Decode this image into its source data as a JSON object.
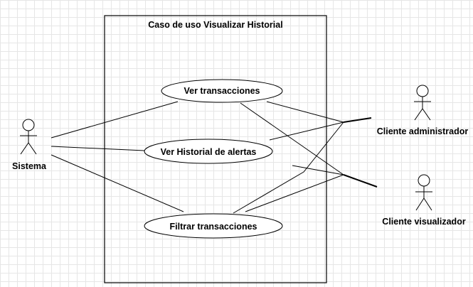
{
  "system": {
    "title": "Caso de uso Visualizar Historial"
  },
  "actors": {
    "sistema": {
      "label": "Sistema"
    },
    "admin": {
      "label": "Cliente administrador"
    },
    "viewer": {
      "label": "Cliente visualizador"
    }
  },
  "usecases": {
    "ver_transacciones": {
      "label": "Ver transacciones"
    },
    "ver_historial_alertas": {
      "label": "Ver Historial de alertas"
    },
    "filtrar_transacciones": {
      "label": "Filtrar transacciones"
    }
  },
  "colors": {
    "stroke": "#000000",
    "grid": "#e6e6e6",
    "background": "#ffffff"
  }
}
